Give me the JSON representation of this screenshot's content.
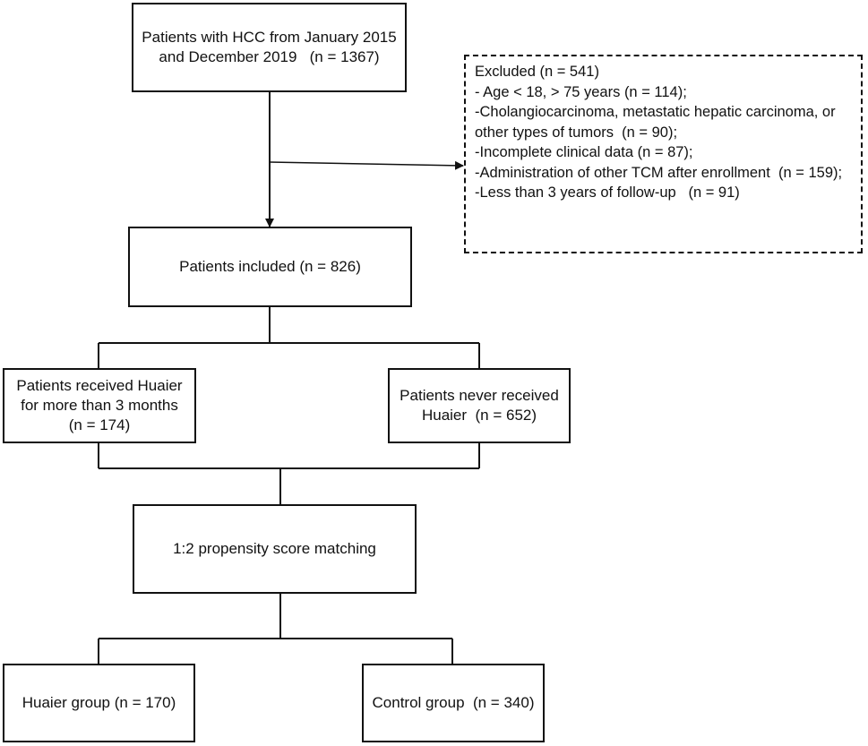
{
  "nodes": {
    "start": {
      "lines": [
        "Patients with HCC from January 2015",
        "and December 2019   (n = 1367)"
      ]
    },
    "excluded": {
      "title": "Excluded (n = 541)",
      "items": [
        "- Age < 18, > 75 years (n = 114);",
        "-Cholangiocarcinoma, metastatic hepatic carcinoma, or",
        "other types of tumors  (n = 90);",
        "-Incomplete clinical data (n = 87);",
        "-Administration of other TCM after enrollment  (n = 159);",
        "-Less than 3 years of follow-up   (n = 91)"
      ]
    },
    "included": {
      "lines": [
        "Patients included (n = 826)"
      ]
    },
    "huaier_received": {
      "lines": [
        "Patients received Huaier",
        "for more than 3 months",
        "(n = 174)"
      ]
    },
    "never_received": {
      "lines": [
        "Patients never received",
        "Huaier  (n = 652)"
      ]
    },
    "psm": {
      "lines": [
        "1:2 propensity score matching"
      ]
    },
    "huaier_group": {
      "lines": [
        "Huaier group (n = 170)"
      ]
    },
    "control_group": {
      "lines": [
        "Control group  (n = 340)"
      ]
    }
  }
}
